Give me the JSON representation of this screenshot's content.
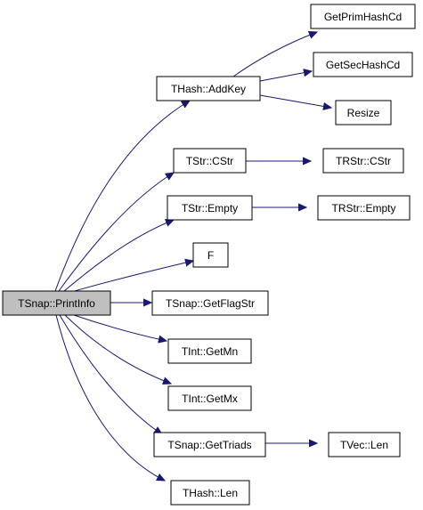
{
  "colors": {
    "edge": "#191970",
    "node_border": "#000000",
    "node_fill": "#ffffff",
    "root_fill": "#bfbfbf",
    "text": "#000000"
  },
  "nodes": {
    "root": "TSnap::PrintInfo",
    "add_key": "THash::AddKey",
    "get_prim_hash_cd": "GetPrimHashCd",
    "get_sec_hash_cd": "GetSecHashCd",
    "resize": "Resize",
    "tstr_cstr": "TStr::CStr",
    "trstr_cstr": "TRStr::CStr",
    "tstr_empty": "TStr::Empty",
    "trstr_empty": "TRStr::Empty",
    "f": "F",
    "get_flag_str": "TSnap::GetFlagStr",
    "tint_getmn": "TInt::GetMn",
    "tint_getmx": "TInt::GetMx",
    "get_triads": "TSnap::GetTriads",
    "tvec_len": "TVec::Len",
    "thash_len": "THash::Len"
  },
  "edges": [
    [
      "root",
      "add_key"
    ],
    [
      "root",
      "tstr_cstr"
    ],
    [
      "root",
      "tstr_empty"
    ],
    [
      "root",
      "f"
    ],
    [
      "root",
      "get_flag_str"
    ],
    [
      "root",
      "tint_getmn"
    ],
    [
      "root",
      "tint_getmx"
    ],
    [
      "root",
      "get_triads"
    ],
    [
      "root",
      "thash_len"
    ],
    [
      "add_key",
      "get_prim_hash_cd"
    ],
    [
      "add_key",
      "get_sec_hash_cd"
    ],
    [
      "add_key",
      "resize"
    ],
    [
      "tstr_cstr",
      "trstr_cstr"
    ],
    [
      "tstr_empty",
      "trstr_empty"
    ],
    [
      "get_triads",
      "tvec_len"
    ]
  ]
}
